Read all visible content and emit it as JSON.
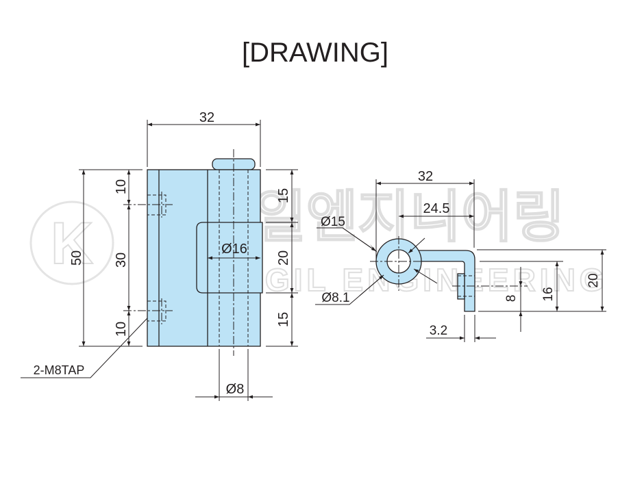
{
  "title": "[DRAWING]",
  "watermark": {
    "korean": "광일엔지니어링",
    "english": "KWANGIL ENGINEERING",
    "logo_letter": "K"
  },
  "front_view": {
    "width": "32",
    "height": "50",
    "tap_spacing": [
      "10",
      "30",
      "10"
    ],
    "knuckle_sections": [
      "15",
      "20",
      "15"
    ],
    "knuckle_diameter": "Ø16",
    "pin_diameter": "Ø8",
    "tap_label": "2-M8TAP"
  },
  "side_view": {
    "width": "32",
    "center_offset": "24.5",
    "outer_diameter": "Ø15",
    "inner_diameter": "Ø8.1",
    "thickness": "3.2",
    "tap_height": "8",
    "leaf_height": "16",
    "total_height": "20"
  },
  "colors": {
    "part_fill": "#bde3f6",
    "line": "#231f20"
  }
}
